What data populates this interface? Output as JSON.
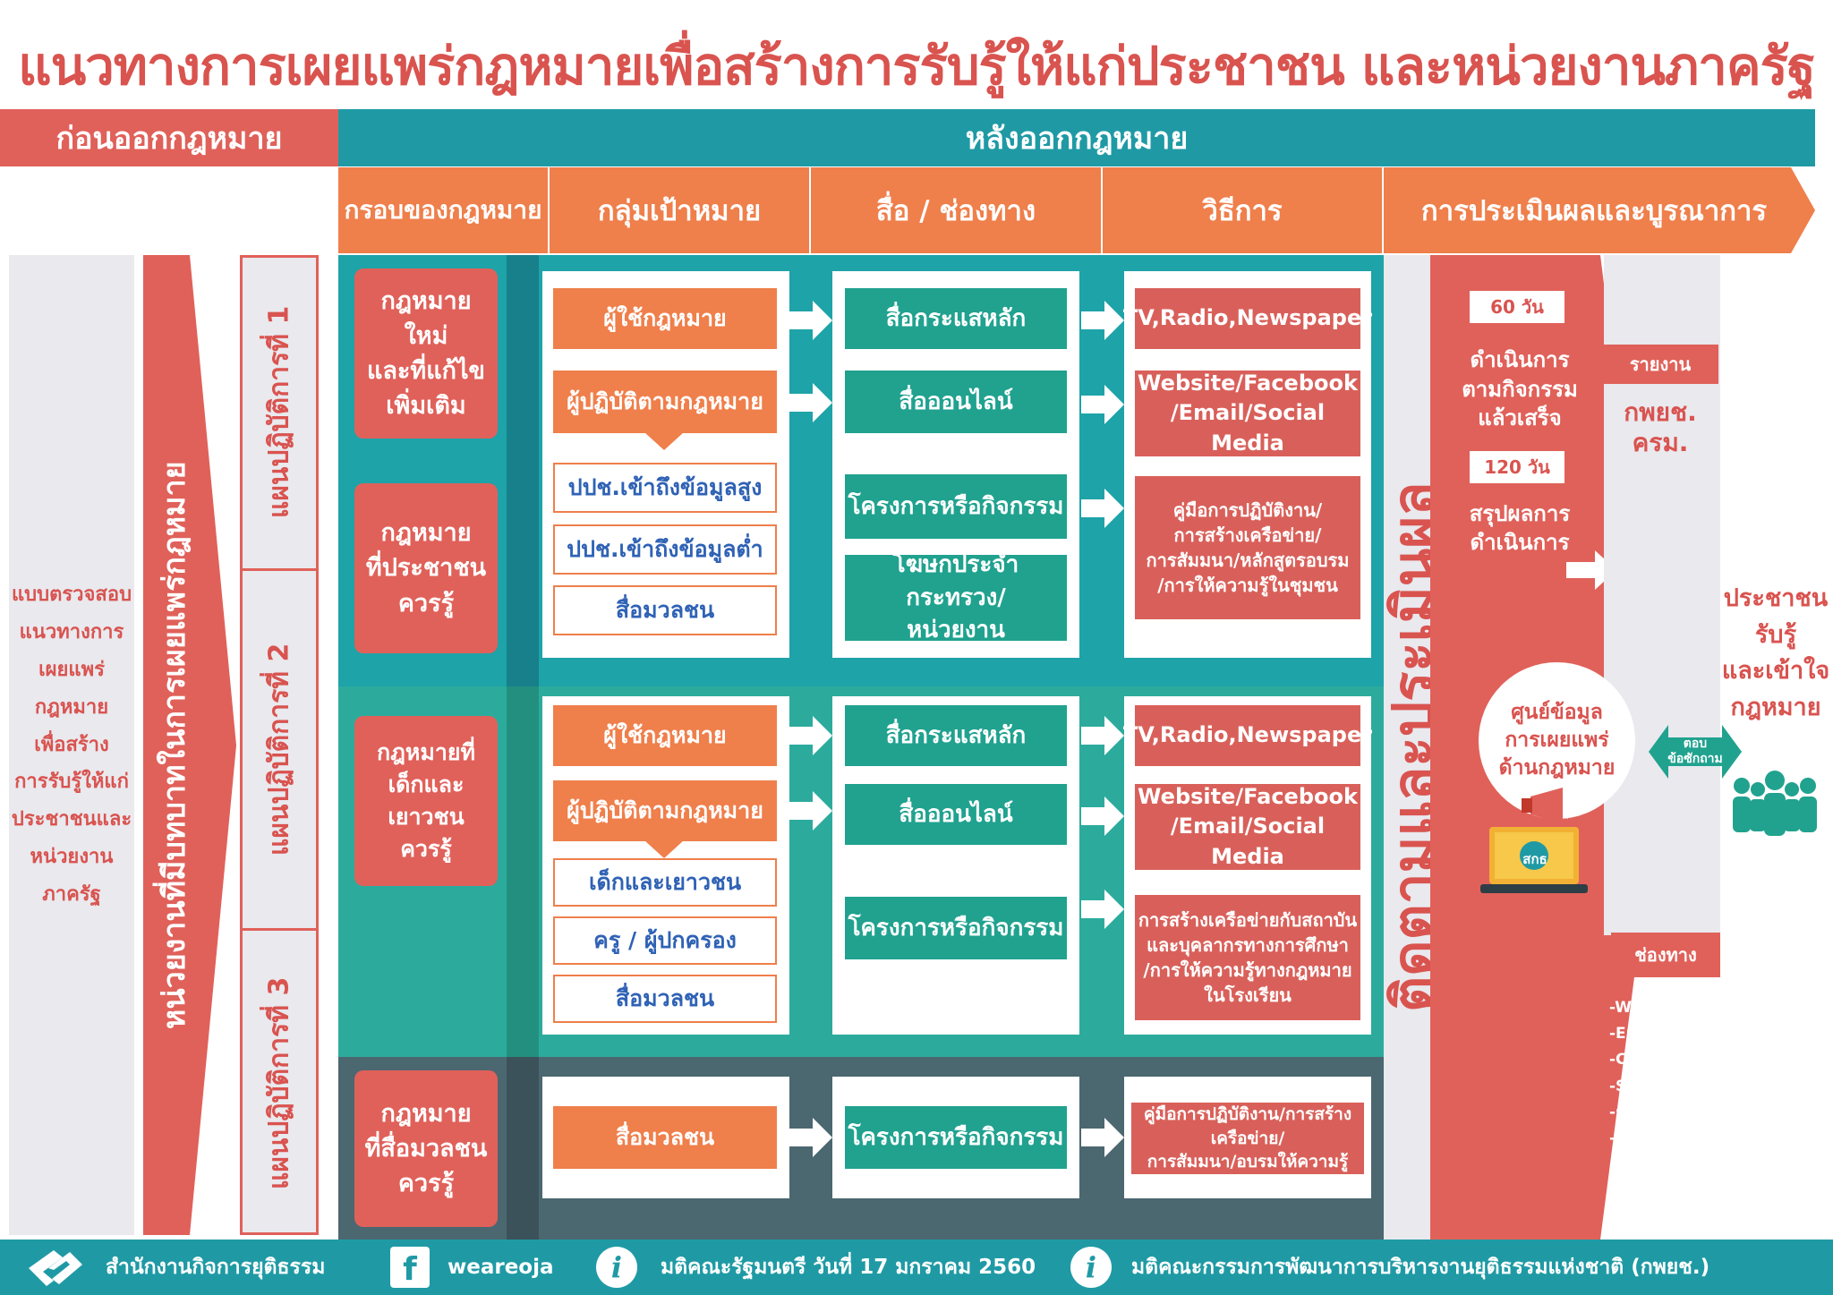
{
  "title": "แนวทางการเผยแพร่กฎหมายเพื่อสร้างการรับรู้ให้แก่ประชาชน และหน่วยงานภาครัฐ",
  "header": {
    "before": "ก่อนออกกฎหมาย",
    "after": "หลังออกกฎหมาย"
  },
  "columns": [
    "กรอบของกฎหมาย",
    "กลุ่มเป้าหมาย",
    "สื่อ / ช่องทาง",
    "วิธีการ",
    "การประเมินผลและบูรณาการ"
  ],
  "left": {
    "checklist": "แบบตรวจสอบ\nแนวทางการ\nเผยแพร่\nกฎหมาย\nเพื่อสร้าง\nการรับรู้ให้แก่\nประชาชนและ\nหน่วยงาน\nภาครัฐ",
    "agency_role": "หน่วยงานที่มีบทบาทในการเผยแพร่กฎหมาย",
    "plan1": "แผนปฏิบัติการที่ 1",
    "plan2": "แผนปฏิบัติการที่ 2",
    "plan3": "แผนปฏิบัติการที่ 3"
  },
  "sections": {
    "s1": {
      "frame_a": "กฎหมายใหม่\nและที่แก้ไข\nเพิ่มเติม",
      "frame_b": "กฎหมาย\nที่ประชาชน\nควรรู้",
      "targets": [
        "ผู้ใช้กฎหมาย",
        "ผู้ปฏิบัติตามกฎหมาย",
        "ปปช.เข้าถึงข้อมูลสูง",
        "ปปช.เข้าถึงข้อมูลต่ำ",
        "สื่อมวลชน"
      ],
      "media": [
        "สื่อกระแสหลัก",
        "สื่อออนไลน์",
        "โครงการหรือกิจกรรม",
        "โฆษกประจำกระทรวง/\nหน่วยงาน"
      ],
      "methods": [
        "TV,Radio,Newspaper",
        "Website/Facebook\n/Email/Social Media",
        "คู่มือการปฏิบัติงาน/\nการสร้างเครือข่าย/\nการสัมมนา/หลักสูตรอบรม\n/การให้ความรู้ในชุมชน"
      ]
    },
    "s2": {
      "frame": "กฎหมายที่\nเด็กและเยาวชน\nควรรู้",
      "targets": [
        "ผู้ใช้กฎหมาย",
        "ผู้ปฏิบัติตามกฎหมาย",
        "เด็กและเยาวชน",
        "ครู / ผู้ปกครอง",
        "สื่อมวลชน"
      ],
      "media": [
        "สื่อกระแสหลัก",
        "สื่อออนไลน์",
        "โครงการหรือกิจกรรม"
      ],
      "methods": [
        "TV,Radio,Newspaper",
        "Website/Facebook\n/Email/Social Media",
        "การสร้างเครือข่ายกับสถาบัน\nและบุคลากรทางการศึกษา\n/การให้ความรู้ทางกฎหมาย\nในโรงเรียน"
      ]
    },
    "s3": {
      "frame": "กฎหมาย\nที่สื่อมวลชน\nควรรู้",
      "target": "สื่อมวลชน",
      "media": "โครงการหรือกิจกรรม",
      "method": "คู่มือการปฏิบัติงาน/การสร้างเครือข่าย/\nการสัมมนา/อบรมให้ความรู้"
    }
  },
  "evaluation": {
    "label": "ติดตามและประเมินผล",
    "days60": "60 วัน",
    "step1": "ดำเนินการ\nตามกิจกรรม\nแล้วเสร็จ",
    "days120": "120 วัน",
    "step2": "สรุปผลการ\nดำเนินการ",
    "report_tag": "รายงาน",
    "report_to": "กพยช.\nครม.",
    "center": "ศูนย์ข้อมูล\nการเผยแพร่\nด้านกฎหมาย",
    "logo_text": "สกธ",
    "answer": "ตอบ\nข้อซักถาม",
    "channels_tag": "ช่องทาง",
    "channels": "-Website\n-Email\n-Call Center\n-Social Media\n-ยุติธรรมชุมชน\n-ศูนย์ดำรงธรรม\n-คณะกรรมการ\nศึกษาธิการ\nจังหวัด",
    "public": "ประชาชน\nรับรู้\nและเข้าใจ\nกฎหมาย"
  },
  "footer": {
    "org": "สำนักงานกิจการยุติธรรม",
    "fb": "weareoja",
    "fb_letter": "f",
    "info_letter": "i",
    "cabinet": "มติคณะรัฐมนตรี วันที่ 17 มกราคม 2560",
    "committee": "มติคณะกรรมการพัฒนาการบริหารงานยุติธรรมแห่งชาติ (กพยช.)"
  },
  "colors": {
    "teal": "#1f9aa5",
    "orange": "#ef7f4b",
    "red": "#e0615a",
    "green": "#20a28f",
    "slate": "#4b6770"
  }
}
